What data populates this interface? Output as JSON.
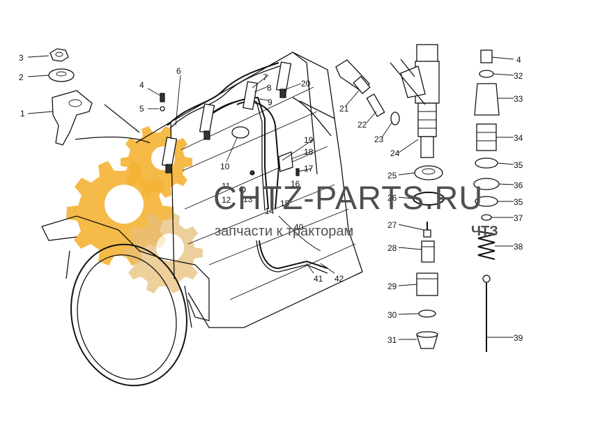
{
  "watermark": {
    "title": "CHTZ-PARTS.RU",
    "subtitle": "запчасти к тракторам",
    "brand": "ЧТЗ",
    "gear_color": "#f5b335",
    "text_color": "#505050"
  },
  "callouts": [
    {
      "id": "1",
      "label": "1"
    },
    {
      "id": "2",
      "label": "2"
    },
    {
      "id": "3",
      "label": "3"
    },
    {
      "id": "4a",
      "label": "4"
    },
    {
      "id": "5",
      "label": "5"
    },
    {
      "id": "6",
      "label": "6"
    },
    {
      "id": "7",
      "label": "7"
    },
    {
      "id": "8",
      "label": "8"
    },
    {
      "id": "9",
      "label": "9"
    },
    {
      "id": "10",
      "label": "10"
    },
    {
      "id": "11",
      "label": "11"
    },
    {
      "id": "12",
      "label": "12"
    },
    {
      "id": "13",
      "label": "13"
    },
    {
      "id": "14",
      "label": "14"
    },
    {
      "id": "15",
      "label": "15"
    },
    {
      "id": "16",
      "label": "16"
    },
    {
      "id": "17",
      "label": "17"
    },
    {
      "id": "18",
      "label": "18"
    },
    {
      "id": "19",
      "label": "19"
    },
    {
      "id": "20",
      "label": "20"
    },
    {
      "id": "21",
      "label": "21"
    },
    {
      "id": "22",
      "label": "22"
    },
    {
      "id": "23",
      "label": "23"
    },
    {
      "id": "24",
      "label": "24"
    },
    {
      "id": "25",
      "label": "25"
    },
    {
      "id": "26",
      "label": "26"
    },
    {
      "id": "27",
      "label": "27"
    },
    {
      "id": "28",
      "label": "28"
    },
    {
      "id": "29",
      "label": "29"
    },
    {
      "id": "30",
      "label": "30"
    },
    {
      "id": "31",
      "label": "31"
    },
    {
      "id": "4b",
      "label": "4"
    },
    {
      "id": "32",
      "label": "32"
    },
    {
      "id": "33",
      "label": "33"
    },
    {
      "id": "34",
      "label": "34"
    },
    {
      "id": "35a",
      "label": "35"
    },
    {
      "id": "36",
      "label": "36"
    },
    {
      "id": "35b",
      "label": "35"
    },
    {
      "id": "37",
      "label": "37"
    },
    {
      "id": "38",
      "label": "38"
    },
    {
      "id": "39",
      "label": "39"
    },
    {
      "id": "40",
      "label": "40"
    },
    {
      "id": "41",
      "label": "41"
    },
    {
      "id": "42",
      "label": "42"
    }
  ]
}
